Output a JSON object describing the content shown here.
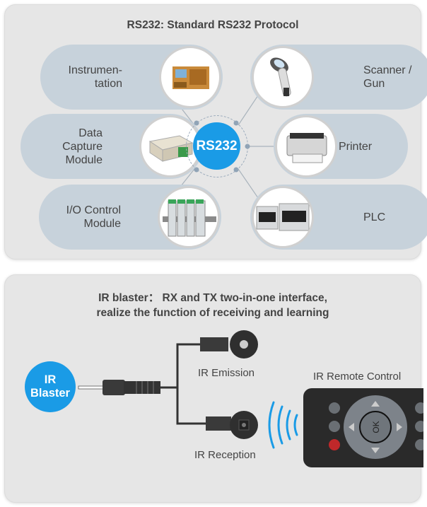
{
  "rs232": {
    "title": "RS232: Standard RS232 Protocol",
    "hub_label": "RS232",
    "hub_color": "#1a9be6",
    "pill_color": "#c7d2db",
    "devices": [
      {
        "label": "Instrumen-\ntation",
        "side": "left",
        "icon": "instrumentation-device-icon"
      },
      {
        "label": "Scanner /\nGun",
        "side": "right",
        "icon": "barcode-scanner-icon"
      },
      {
        "label": "Data\nCapture\nModule",
        "side": "left",
        "icon": "data-capture-module-icon"
      },
      {
        "label": "Printer",
        "side": "right",
        "icon": "printer-icon"
      },
      {
        "label": "I/O Control\nModule",
        "side": "left",
        "icon": "io-control-module-icon"
      },
      {
        "label": "PLC",
        "side": "right",
        "icon": "plc-icon"
      }
    ]
  },
  "ir": {
    "title_line1": "IR blaster： RX and TX two-in-one interface,",
    "title_line2": "realize the function of receiving and learning",
    "badge_line1": "IR",
    "badge_line2": "Blaster",
    "emission_label": "IR Emission",
    "reception_label": "IR Reception",
    "remote_label": "IR Remote Control",
    "remote_ok_label": "OK",
    "wave_color": "#1a9be6"
  }
}
